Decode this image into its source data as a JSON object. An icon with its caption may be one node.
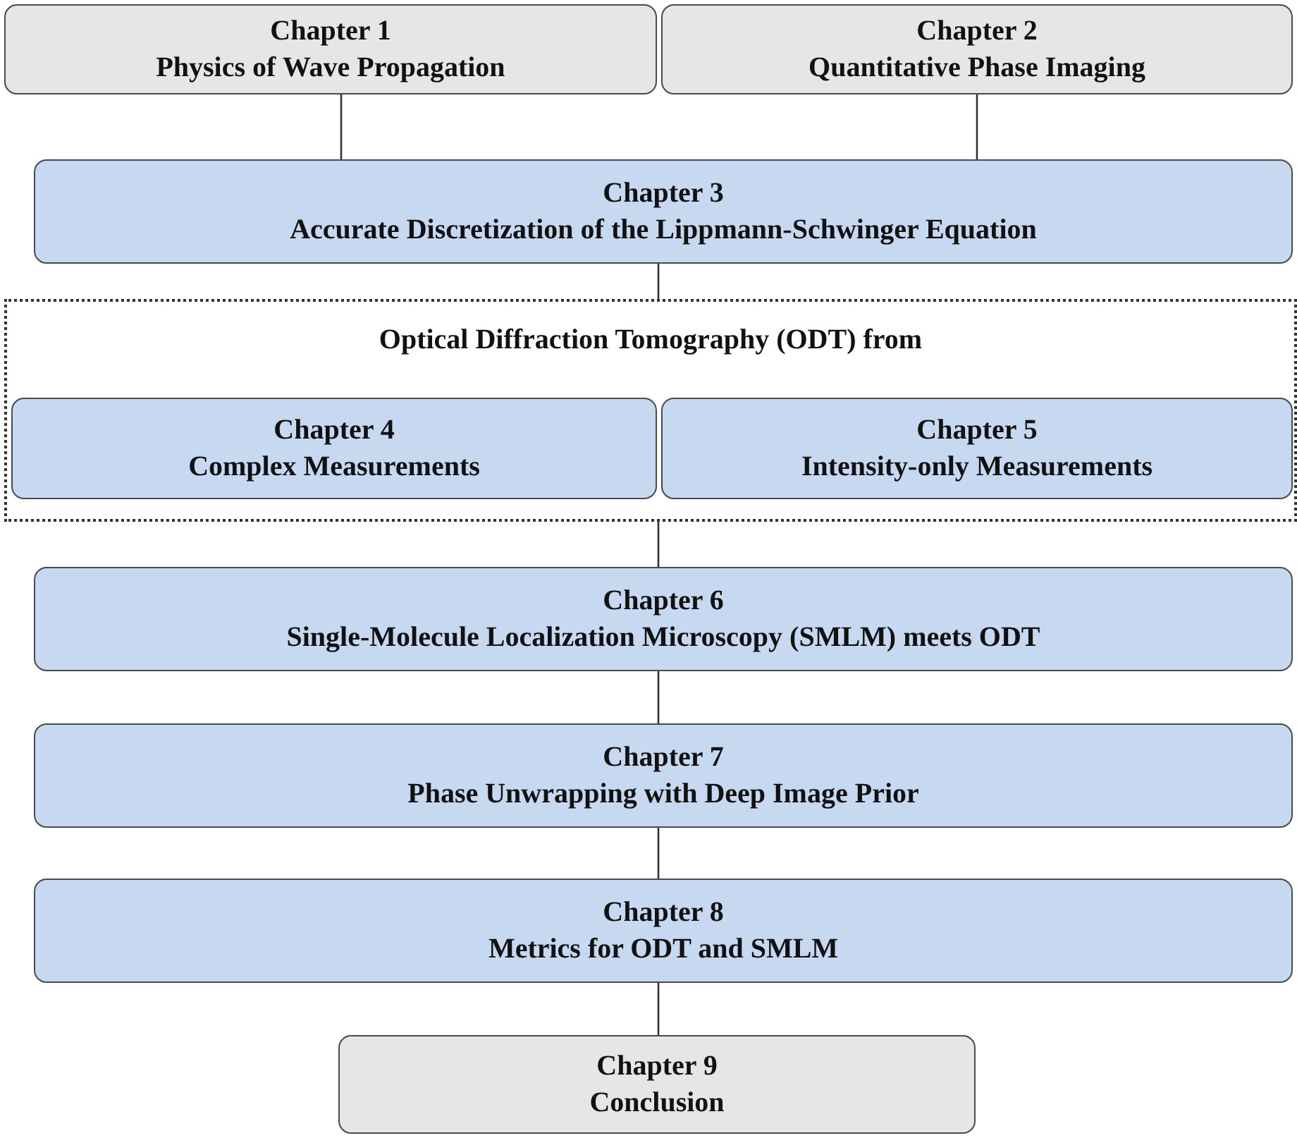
{
  "diagram": {
    "nodes": [
      {
        "text": [
          "Chapter 1",
          "Physics of Wave Propagation"
        ]
      },
      {
        "text": [
          "Chapter 2",
          "Quantitative Phase Imaging"
        ]
      },
      {
        "text": [
          "Chapter 3",
          "Accurate Discretization of the Lippmann-Schwinger Equation"
        ]
      },
      {
        "text": [
          "Optical Diffraction Tomography (ODT) from"
        ]
      },
      {
        "text": [
          "Chapter 4",
          "Complex Measurements"
        ],
        "in": 3
      },
      {
        "text": [
          "Chapter 5",
          "Intensity-only Measurements"
        ],
        "in": 3
      },
      {
        "text": [
          "Chapter 6",
          "Single-Molecule Localization Microscopy (SMLM) meets ODT"
        ]
      },
      {
        "text": [
          "Chapter 7",
          "Phase Unwrapping with Deep Image Prior"
        ]
      },
      {
        "text": [
          "Chapter 8",
          "Metrics for ODT and SMLM"
        ]
      },
      {
        "text": [
          "Chapter 9",
          "Conclusion"
        ]
      }
    ],
    "edges": [
      {
        "from": 0,
        "to": 2,
        "arrow": "none"
      },
      {
        "from": 1,
        "to": 2,
        "arrow": "none"
      },
      {
        "from": 2,
        "to": 3,
        "arrow": "none"
      },
      {
        "from": 3,
        "to": 6,
        "arrow": "none"
      },
      {
        "from": 6,
        "to": 7,
        "arrow": "none"
      },
      {
        "from": 7,
        "to": 8,
        "arrow": "none"
      },
      {
        "from": 8,
        "to": 9,
        "arrow": "none"
      }
    ]
  }
}
